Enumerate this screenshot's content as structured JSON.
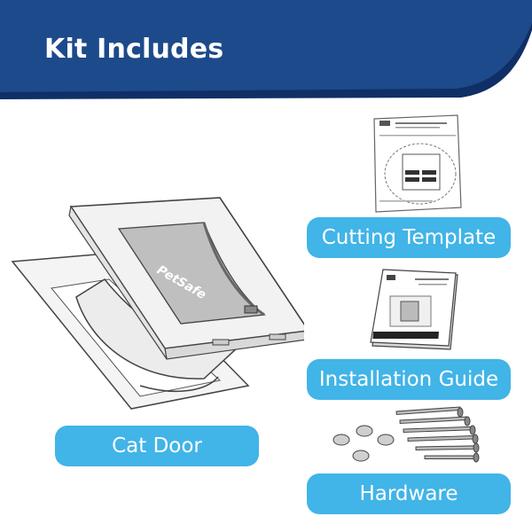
{
  "header": {
    "title": "Kit Includes",
    "colors": {
      "banner": "#1d4a8a",
      "banner_edge": "#0f2f66"
    }
  },
  "items": {
    "cat_door": {
      "label": "Cat Door",
      "brand": "PetSafe"
    },
    "cutting_template": {
      "label": "Cutting Template"
    },
    "installation_guide": {
      "label": "Installation Guide"
    },
    "hardware": {
      "label": "Hardware"
    }
  },
  "colors": {
    "pill": "#41b4e8",
    "outline": "#444444",
    "flap": "#bfbfbf"
  }
}
